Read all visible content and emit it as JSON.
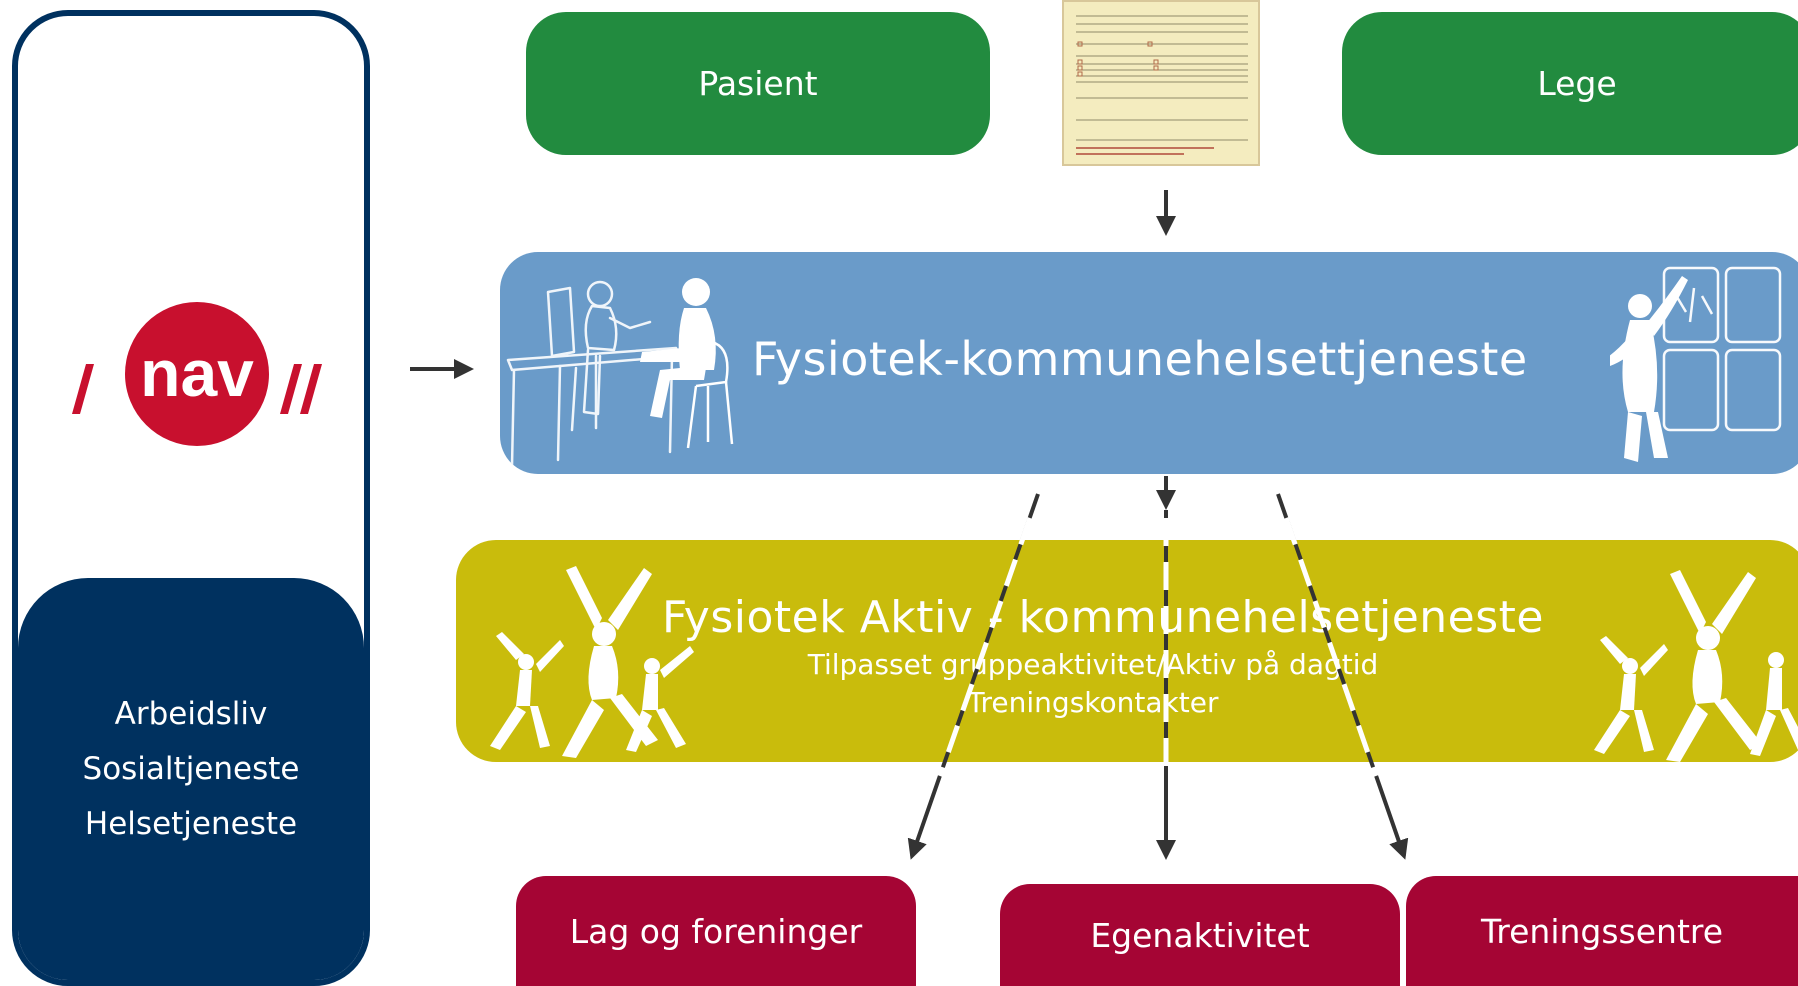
{
  "nav_panel": {
    "logo_text": "nav",
    "lines": [
      "Arbeidsliv",
      "Sosialtjeneste",
      "Helsetjeneste"
    ]
  },
  "top": {
    "left_box": "Pasient",
    "right_box": "Lege"
  },
  "blue_band": {
    "title": "Fysiotek-kommunehelsettjeneste"
  },
  "yellow_band": {
    "title": "Fysiotek Aktiv - kommunehelsetjeneste",
    "subtitle1": "Tilpasset gruppeaktivitet/Aktiv på dagtid",
    "subtitle2": "Treningskontakter"
  },
  "bottom": {
    "left_box": "Lag og foreninger",
    "middle_box": "Egenaktivitet",
    "right_box": "Treningssentre"
  },
  "colors": {
    "nav_blue": "#00315f",
    "green": "#228b3f",
    "band_blue": "#6a9bc9",
    "band_yellow": "#c9bc0c",
    "crimson": "#a50534",
    "logo_red": "#c8102e"
  }
}
